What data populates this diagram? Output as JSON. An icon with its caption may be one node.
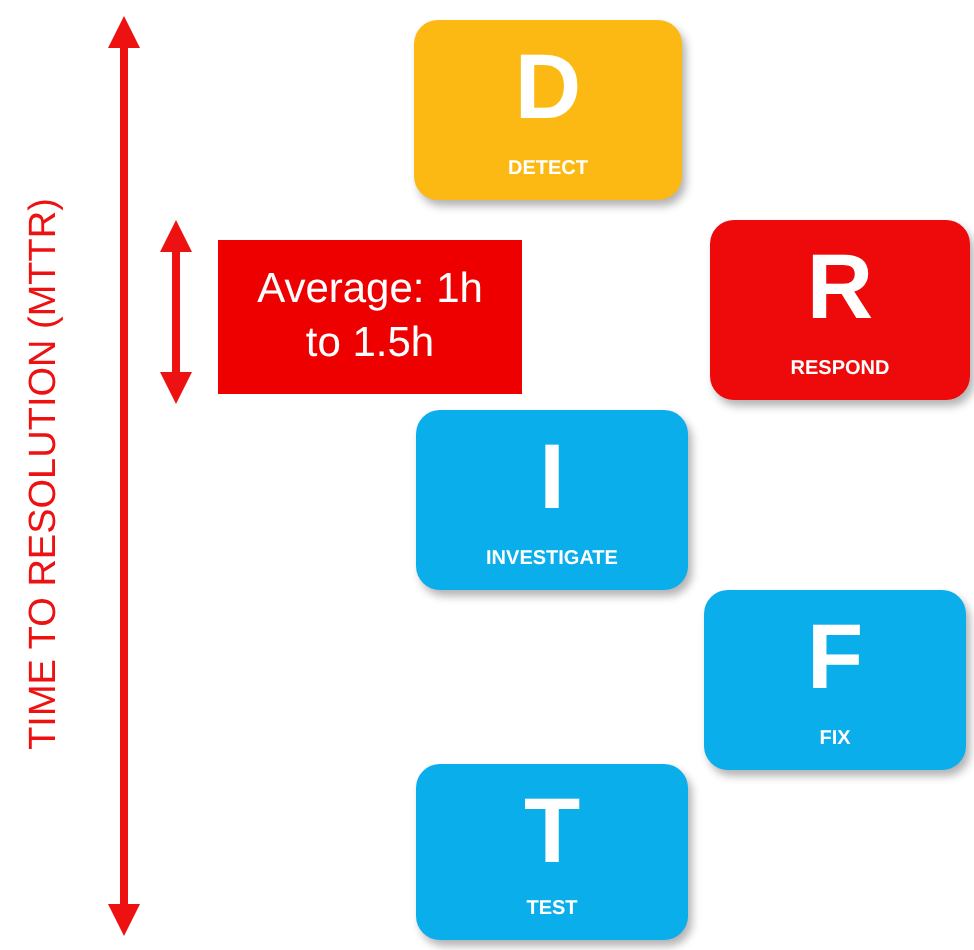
{
  "diagram": {
    "nodes": [
      {
        "text": [
          "D",
          "DETECT"
        ]
      },
      {
        "text": [
          "Average: 1h to 1.5h"
        ]
      },
      {
        "text": [
          "R",
          "RESPOND"
        ]
      },
      {
        "text": [
          "I",
          "INVESTIGATE"
        ]
      },
      {
        "text": [
          "F",
          "FIX"
        ]
      },
      {
        "text": [
          "T",
          "TEST"
        ]
      }
    ],
    "labels": [
      "TIME TO RESOLUTION (MTTR)"
    ]
  }
}
